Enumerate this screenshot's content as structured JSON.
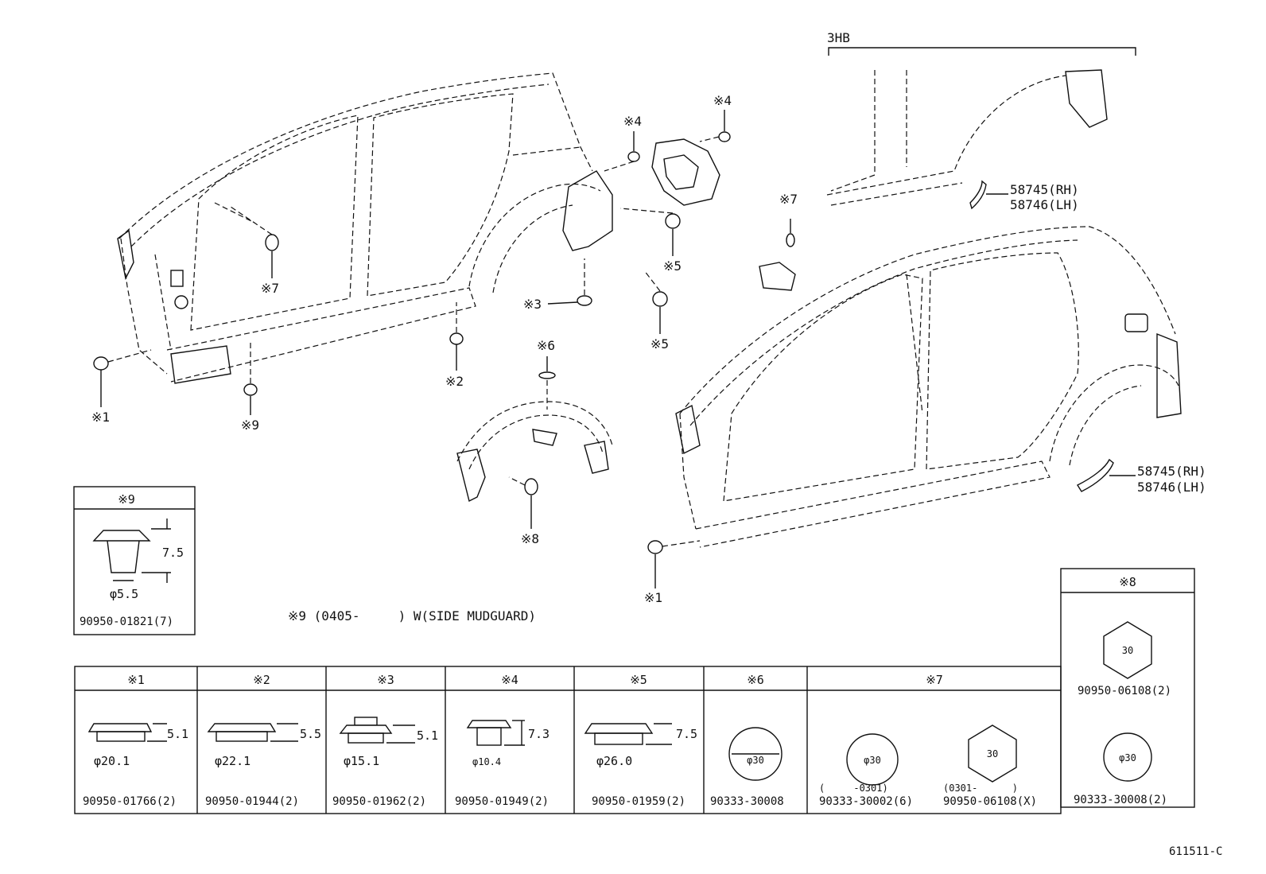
{
  "variant": {
    "title": "3HB",
    "right_labels": [
      "58745(RH)",
      "58746(LH)"
    ],
    "lower_labels": [
      "58745(RH)",
      "58746(LH)"
    ]
  },
  "callouts": {
    "c1a": "※1",
    "c1b": "※1",
    "c2": "※2",
    "c3": "※3",
    "c4a": "※4",
    "c4b": "※4",
    "c5a": "※5",
    "c5b": "※5",
    "c6": "※6",
    "c7a": "※7",
    "c7b": "※7",
    "c8": "※8",
    "c9": "※9"
  },
  "note": "※9 (0405-     ) W(SIDE MUDGUARD)",
  "box9": {
    "header": "※9",
    "dim_h": "7.5",
    "dim_d": "φ5.5",
    "part": "90950-01821(7)"
  },
  "box8": {
    "header": "※8",
    "hex_value": "30",
    "hex_part": "90950-06108(2)",
    "circle_value": "φ30",
    "circle_part": "90333-30008(2)"
  },
  "table": {
    "cells": [
      {
        "header": "※1",
        "dim_h": "5.1",
        "dim_d": "φ20.1",
        "part": "90950-01766(2)"
      },
      {
        "header": "※2",
        "dim_h": "5.5",
        "dim_d": "φ22.1",
        "part": "90950-01944(2)"
      },
      {
        "header": "※3",
        "dim_h": "5.1",
        "dim_d": "φ15.1",
        "part": "90950-01962(2)"
      },
      {
        "header": "※4",
        "dim_h": "7.3",
        "dim_d": "φ10.4",
        "part": "90950-01949(2)"
      },
      {
        "header": "※5",
        "dim_h": "7.5",
        "dim_d": "φ26.0",
        "part": "90950-01959(2)"
      },
      {
        "header": "※6",
        "shape_value": "φ30",
        "part": "90333-30008"
      }
    ],
    "cell7": {
      "header": "※7",
      "left_value": "φ30",
      "left_range": "(     -0301)",
      "left_part": "90333-30002(6)",
      "right_value": "30",
      "right_range": "(0301-      )",
      "right_part": "90950-06108(X)"
    }
  },
  "figure_id": "611511-C"
}
